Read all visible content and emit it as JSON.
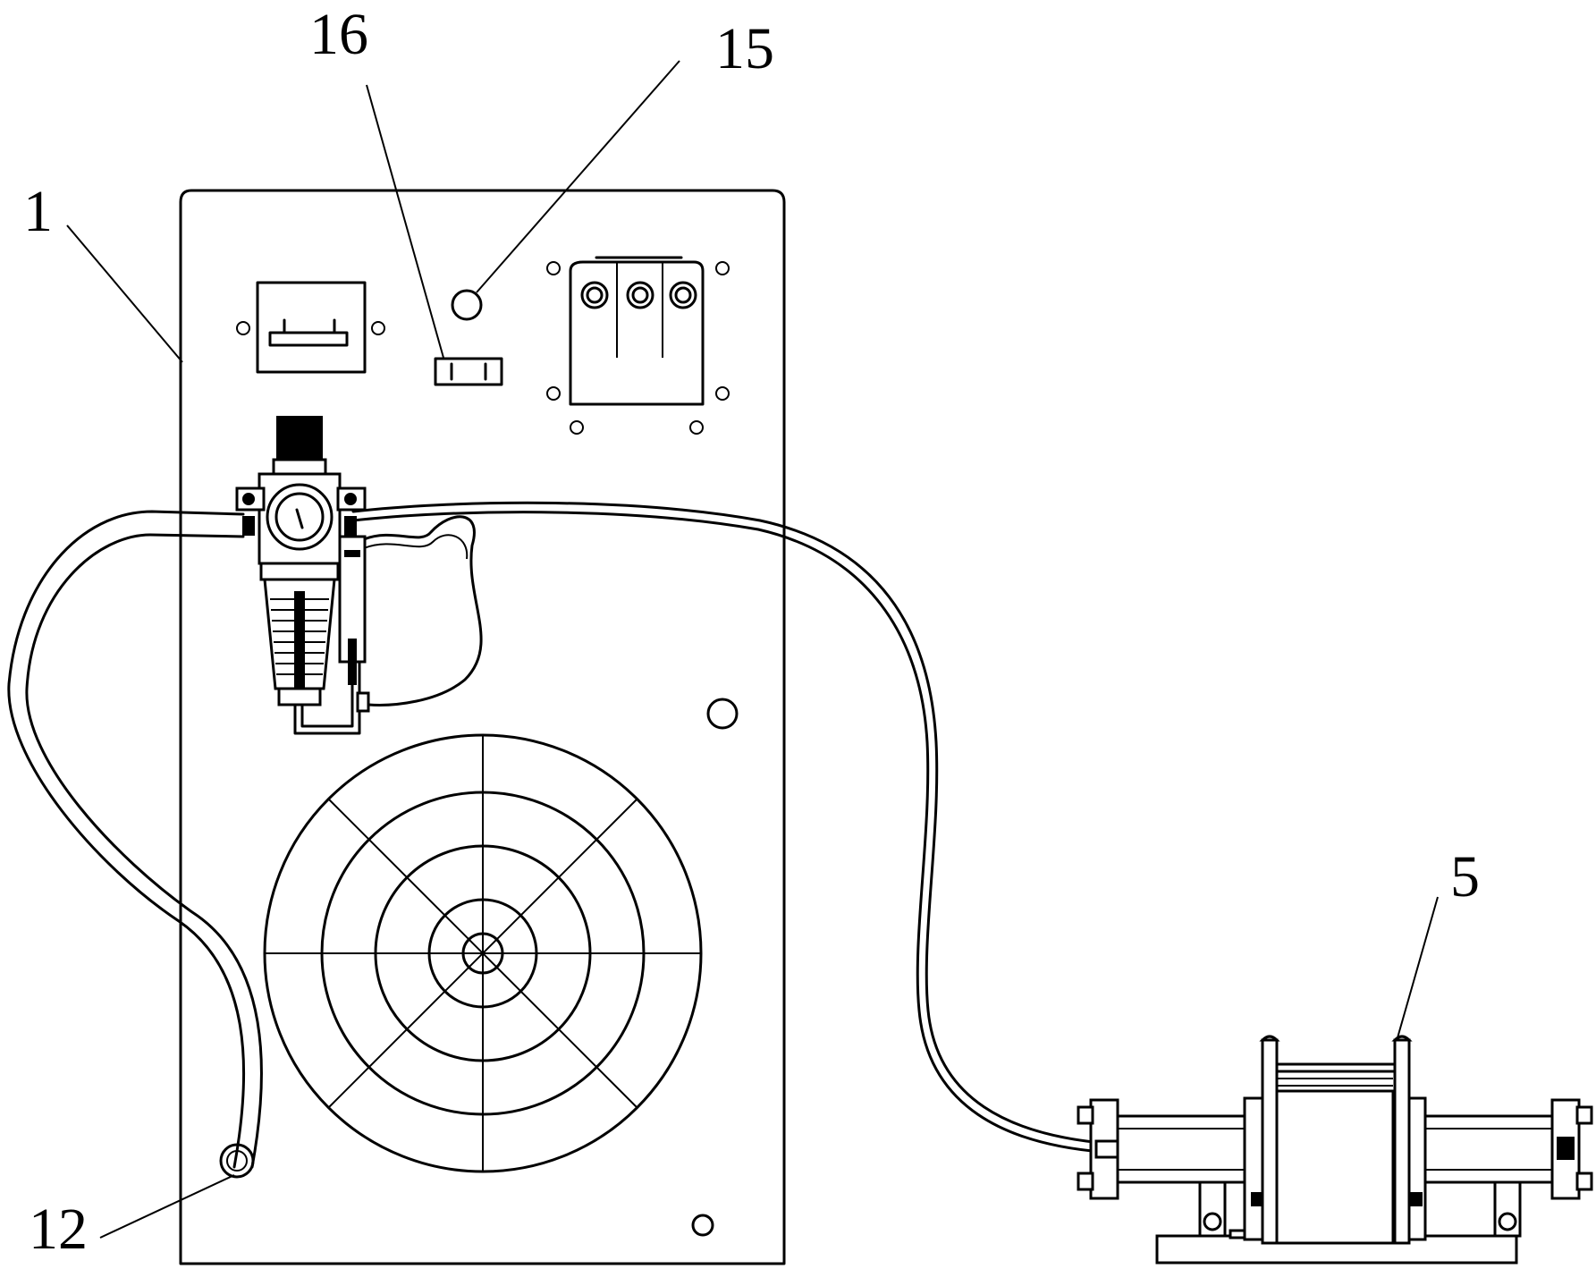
{
  "labels": {
    "panel": "1",
    "booster_pump": "5",
    "air_hose_inlet": "12",
    "indicator_light": "15",
    "power_switch": "16"
  }
}
